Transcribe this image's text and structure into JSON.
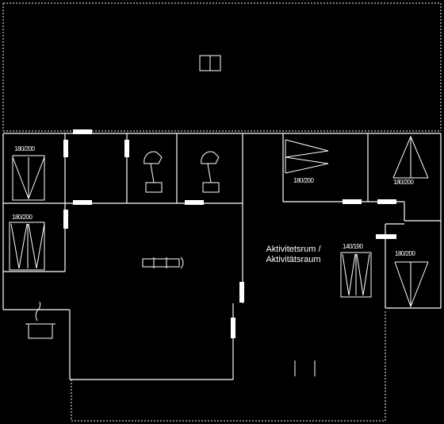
{
  "rooms": {
    "activity_room": {
      "line1": "Aktivitetsrum /",
      "line2": "Aktivitätsraum"
    }
  },
  "fixtures": {
    "bed_dim_1": "180/200",
    "bed_dim_2": "180/200",
    "bed_dim_3": "180/200",
    "bed_dim_4": "180/200",
    "bed_dim_5": "140/190",
    "bed_dim_6": "180/200"
  },
  "icons": {
    "stairs": "stairs-icon",
    "stove": "stove-icon",
    "toilet": "toilet-icon",
    "dining": "dining-table-icon"
  },
  "colors": {
    "background": "#000000",
    "lines": "#ffffff"
  }
}
